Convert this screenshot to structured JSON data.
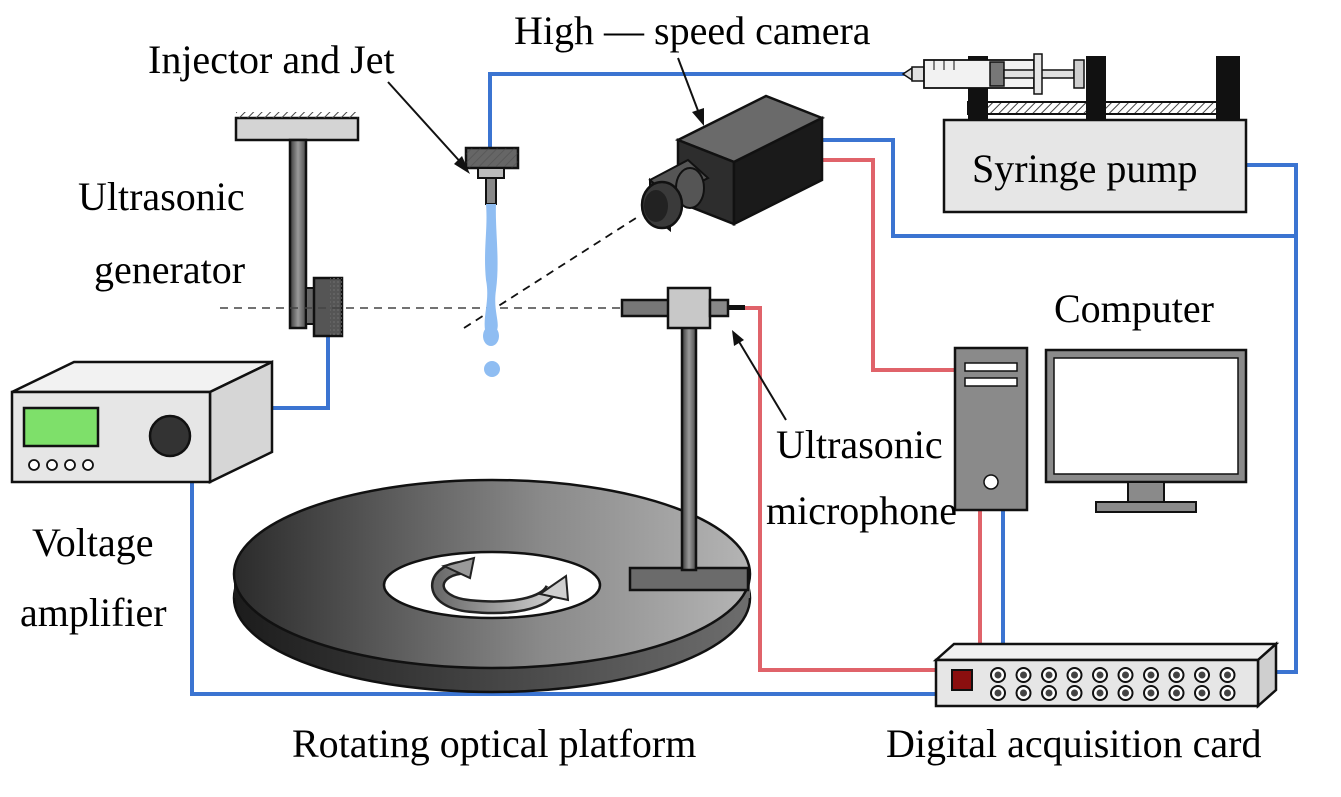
{
  "labels": {
    "injector": "Injector and Jet",
    "camera": "High — speed camera",
    "ultrasonic_line1": "Ultrasonic",
    "ultrasonic_line2": "generator",
    "syringe_pump": "Syringe pump",
    "computer": "Computer",
    "microphone_line1": "Ultrasonic",
    "microphone_line2": "microphone",
    "amplifier_line1": "Voltage",
    "amplifier_line2": "amplifier",
    "platform": "Rotating optical platform",
    "acquisition": "Digital acquisition card"
  },
  "colors": {
    "signal_wire": "#3b74d1",
    "data_wire": "#e0636a",
    "jet": "#8fbdf2",
    "amplifier_screen": "#7ee06a",
    "record_button": "#8b0f0f",
    "device_fill": "#e6e6e6"
  },
  "icons": {
    "amplifier_knob": "knob-icon",
    "rotation": "rotation-arrow-icon"
  }
}
